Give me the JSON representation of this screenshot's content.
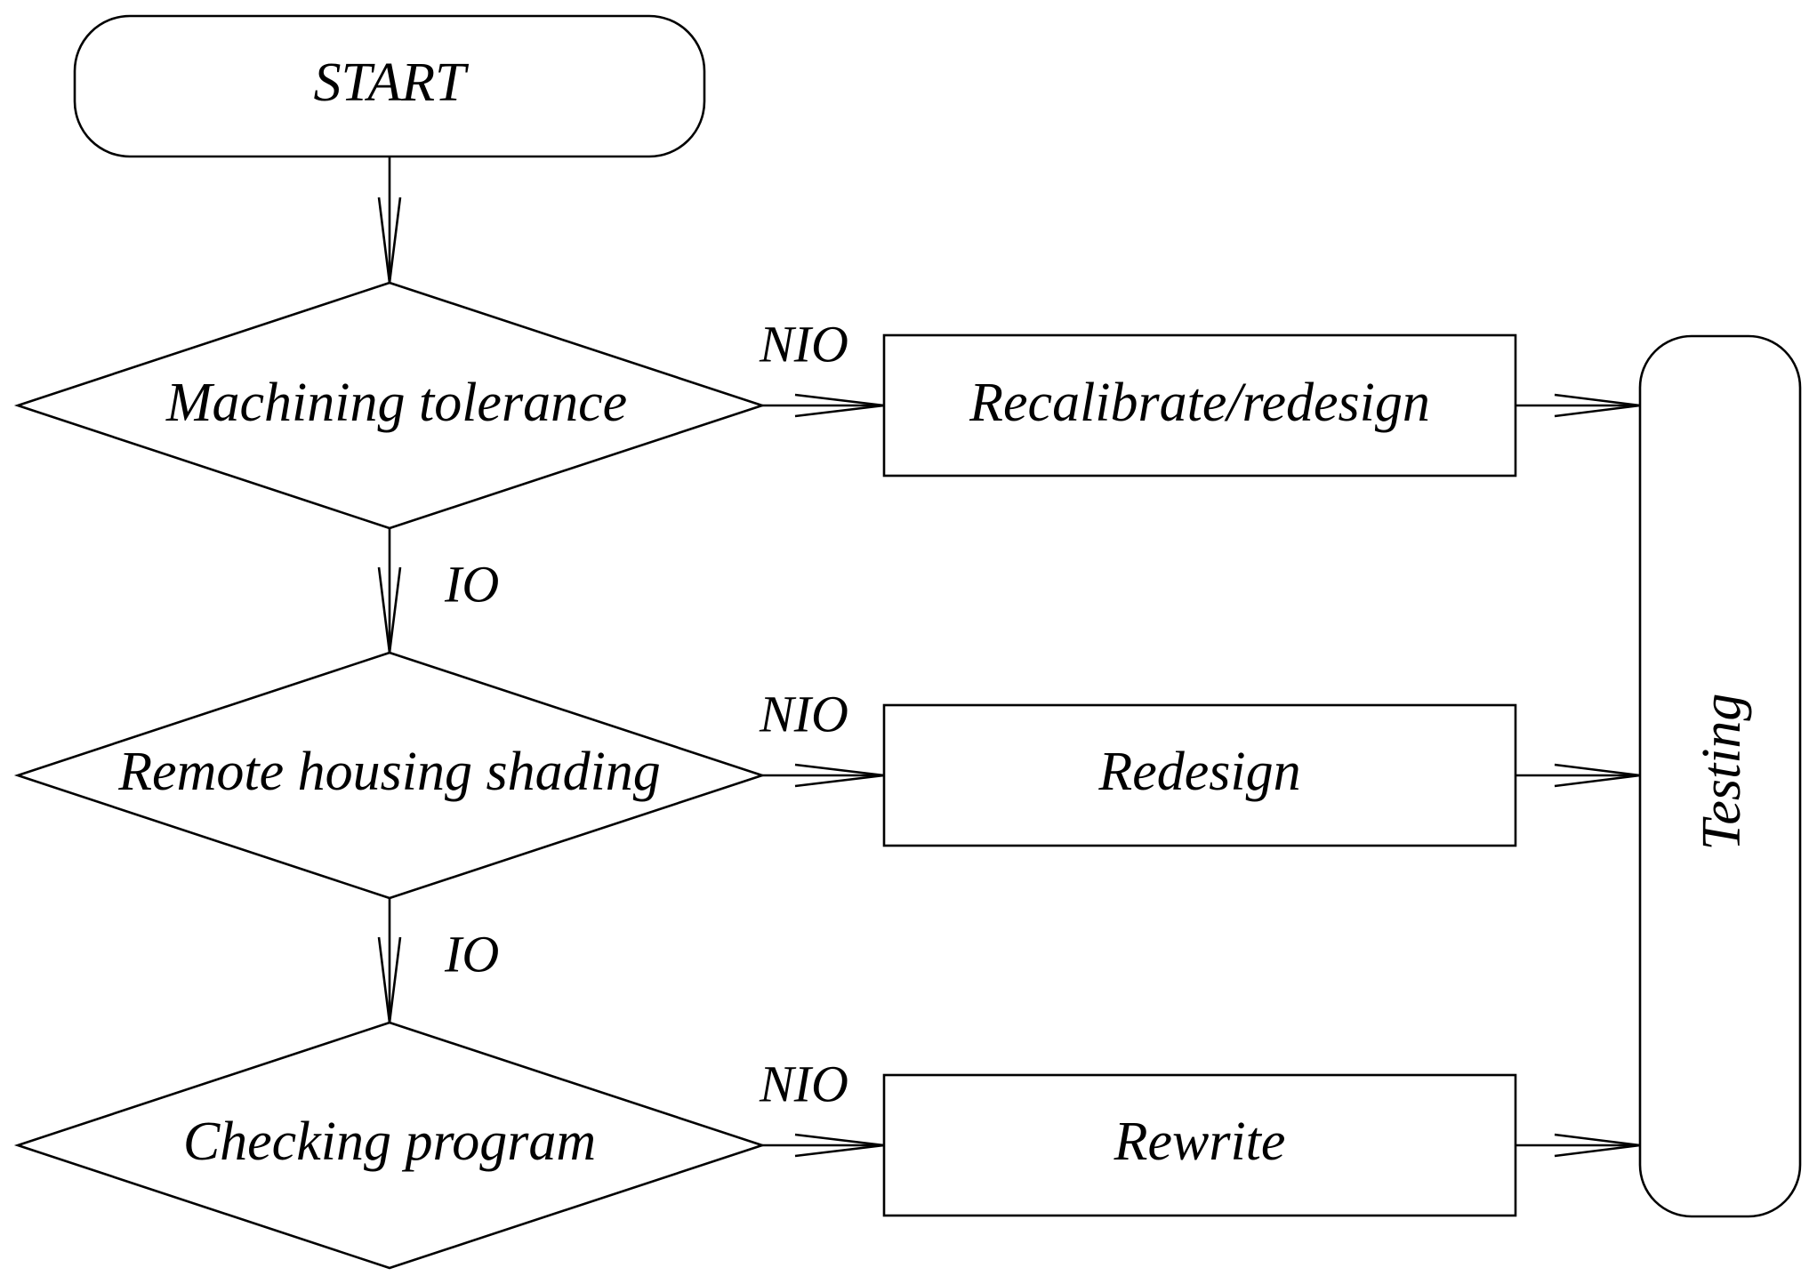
{
  "nodes": {
    "start": "START",
    "machining": "Machining tolerance",
    "remote": "Remote housing shading",
    "checking": "Checking program",
    "recalibrate": "Recalibrate/redesign",
    "redesign": "Redesign",
    "rewrite": "Rewrite",
    "testing": "Testing"
  },
  "edges": {
    "machining_no": "NIO",
    "machining_yes": "IO",
    "remote_no": "NIO",
    "remote_yes": "IO",
    "checking_no": "NIO"
  }
}
